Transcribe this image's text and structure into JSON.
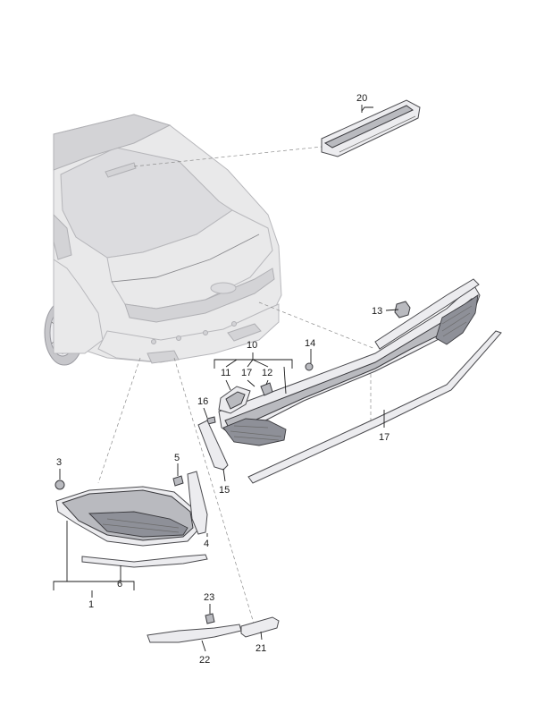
{
  "diagram": {
    "type": "exploded parts diagram",
    "labels": {
      "l1": "1",
      "l3": "3",
      "l4": "4",
      "l5": "5",
      "l6": "6",
      "l10": "10",
      "l11": "11",
      "l12": "12",
      "l13": "13",
      "l14": "14",
      "l15": "15",
      "l16": "16",
      "l17a": "17",
      "l17b": "17",
      "l20": "20",
      "l21": "21",
      "l22": "22",
      "l23": "23"
    }
  }
}
